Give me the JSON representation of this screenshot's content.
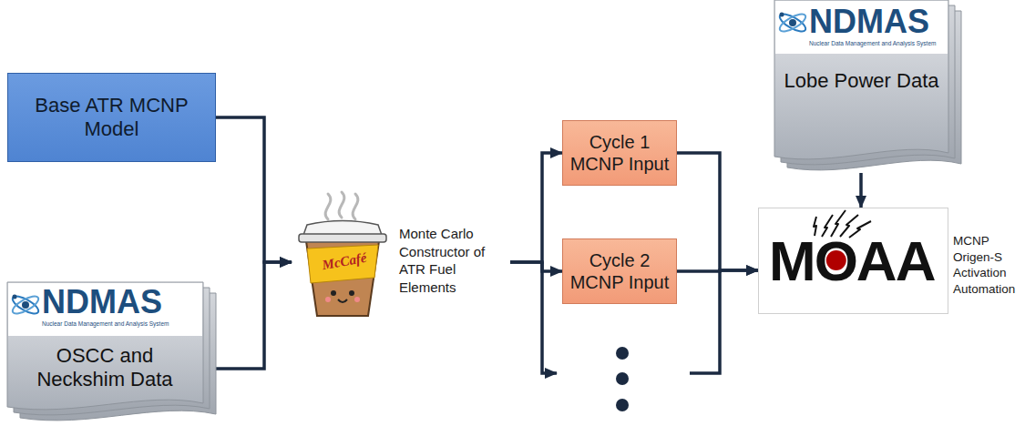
{
  "diagram": {
    "nodes": [
      {
        "text": [
          "Base ATR MCNP Model"
        ]
      },
      {
        "text": [
          "NDMAS",
          "Nuclear Data Management and Analysis System",
          "OSCC and Neckshim Data"
        ]
      },
      {
        "text": [
          "McCafé",
          "Monte Carlo Constructor of ATR Fuel Elements"
        ]
      },
      {
        "text": [
          "Cycle 1 MCNP Input"
        ]
      },
      {
        "text": [
          "Cycle 2 MCNP Input"
        ]
      },
      {
        "text": [
          "NDMAS",
          "Nuclear Data Management and Analysis System",
          "Lobe Power Data"
        ]
      },
      {
        "text": [
          "MOAA",
          "MCNP Origen-S Activation Automation"
        ]
      }
    ],
    "edges": [
      {
        "from": 0,
        "to": 2,
        "arrow": "to"
      },
      {
        "from": 1,
        "to": 2,
        "arrow": "to"
      },
      {
        "from": 2,
        "to": 3,
        "arrow": "to"
      },
      {
        "from": 2,
        "to": 4,
        "arrow": "to"
      },
      {
        "from": 3,
        "to": 6,
        "arrow": "to"
      },
      {
        "from": 4,
        "to": 6,
        "arrow": "to"
      },
      {
        "from": 5,
        "to": 6,
        "arrow": "to"
      }
    ]
  }
}
